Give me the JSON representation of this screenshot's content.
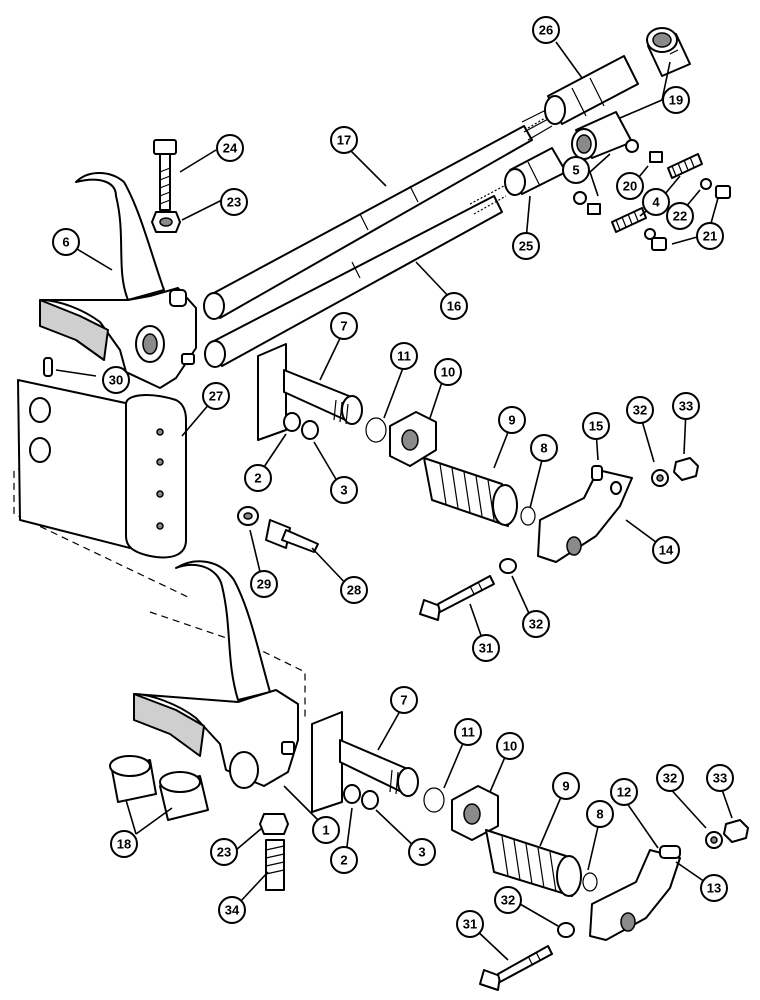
{
  "callouts": [
    {
      "label": "26"
    },
    {
      "label": "19"
    },
    {
      "label": "24"
    },
    {
      "label": "17"
    },
    {
      "label": "5"
    },
    {
      "label": "20"
    },
    {
      "label": "4"
    },
    {
      "label": "22"
    },
    {
      "label": "21"
    },
    {
      "label": "23"
    },
    {
      "label": "6"
    },
    {
      "label": "25"
    },
    {
      "label": "16"
    },
    {
      "label": "7"
    },
    {
      "label": "11"
    },
    {
      "label": "10"
    },
    {
      "label": "30"
    },
    {
      "label": "27"
    },
    {
      "label": "9"
    },
    {
      "label": "15"
    },
    {
      "label": "32"
    },
    {
      "label": "33"
    },
    {
      "label": "8"
    },
    {
      "label": "2"
    },
    {
      "label": "3"
    },
    {
      "label": "14"
    },
    {
      "label": "29"
    },
    {
      "label": "28"
    },
    {
      "label": "32"
    },
    {
      "label": "31"
    },
    {
      "label": "7"
    },
    {
      "label": "11"
    },
    {
      "label": "10"
    },
    {
      "label": "9"
    },
    {
      "label": "12"
    },
    {
      "label": "32"
    },
    {
      "label": "33"
    },
    {
      "label": "8"
    },
    {
      "label": "18"
    },
    {
      "label": "1"
    },
    {
      "label": "2"
    },
    {
      "label": "3"
    },
    {
      "label": "13"
    },
    {
      "label": "23"
    },
    {
      "label": "34"
    },
    {
      "label": "32"
    },
    {
      "label": "31"
    }
  ]
}
